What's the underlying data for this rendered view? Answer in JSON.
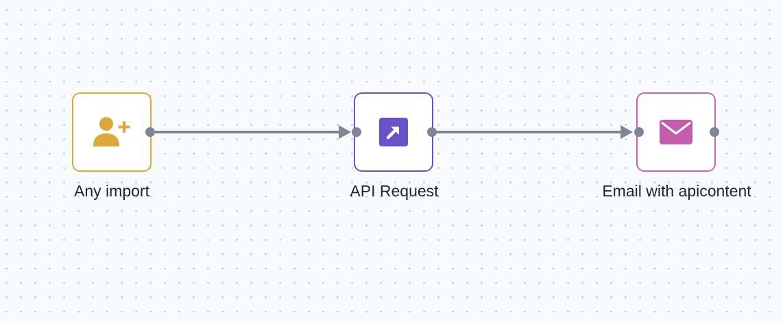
{
  "canvas": {
    "background": "#f9fafc",
    "grid": "dotted",
    "dot_color": "#b9bdc6"
  },
  "nodes": [
    {
      "id": "trigger",
      "label": "Any import",
      "icon": "user-plus-icon",
      "color": "#dca83a"
    },
    {
      "id": "api",
      "label": "API Request",
      "icon": "external-link-icon",
      "color": "#6a52c8"
    },
    {
      "id": "email",
      "label": "Email with apicontent",
      "icon": "envelope-icon",
      "color": "#c964ad"
    }
  ],
  "edges": [
    {
      "from": "Any import",
      "to": "API Request",
      "color": "#7d8696",
      "arrow": "filled-triangle"
    },
    {
      "from": "API Request",
      "to": "Email with apicontent",
      "color": "#7d8696",
      "arrow": "filled-triangle"
    }
  ]
}
